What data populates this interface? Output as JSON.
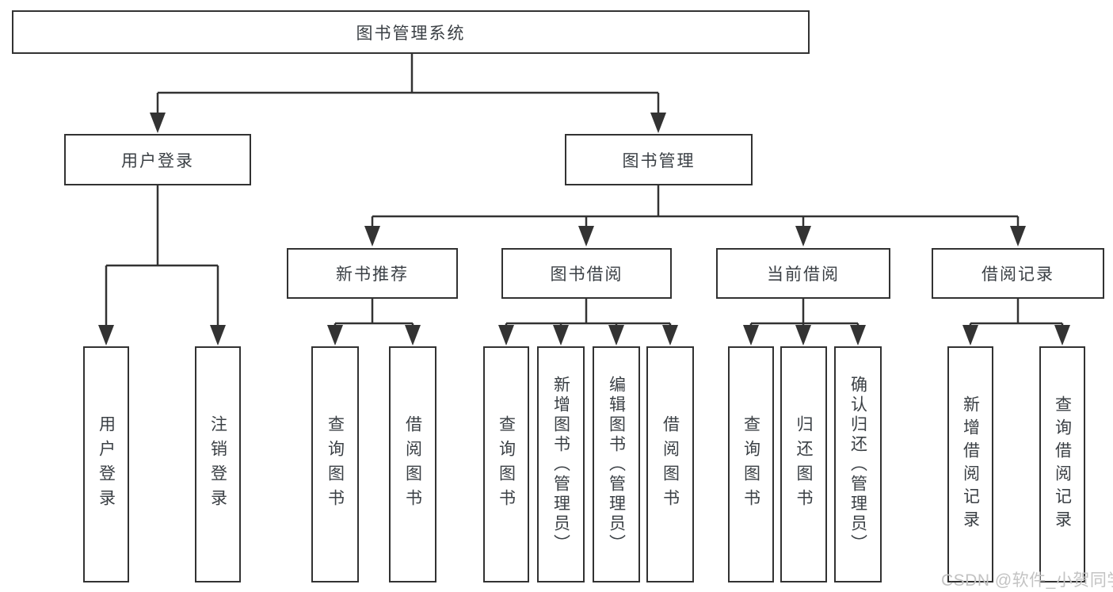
{
  "diagram": {
    "type": "hierarchy-tree",
    "watermark": "CSDN @软件_小贺同学",
    "colors": {
      "background": "#ffffff",
      "line": "#333333",
      "box_border": "#323232",
      "box_fill": "#ffffff",
      "text": "#3b4045",
      "watermark_text": "#c3c3c3"
    },
    "tree": {
      "label": "图书管理系统",
      "children": [
        {
          "label": "用户登录",
          "children": [
            {
              "label": "用户登录"
            },
            {
              "label": "注销登录"
            }
          ]
        },
        {
          "label": "图书管理",
          "children": [
            {
              "label": "新书推荐",
              "children": [
                {
                  "label": "查询图书"
                },
                {
                  "label": "借阅图书"
                }
              ]
            },
            {
              "label": "图书借阅",
              "children": [
                {
                  "label": "查询图书"
                },
                {
                  "label": "新增图书（管理员）"
                },
                {
                  "label": "编辑图书（管理员）"
                },
                {
                  "label": "借阅图书"
                }
              ]
            },
            {
              "label": "当前借阅",
              "children": [
                {
                  "label": "查询图书"
                },
                {
                  "label": "归还图书"
                },
                {
                  "label": "确认归还（管理员）"
                }
              ]
            },
            {
              "label": "借阅记录",
              "children": [
                {
                  "label": "新增借阅记录"
                },
                {
                  "label": "查询借阅记录"
                }
              ]
            }
          ]
        }
      ]
    }
  }
}
